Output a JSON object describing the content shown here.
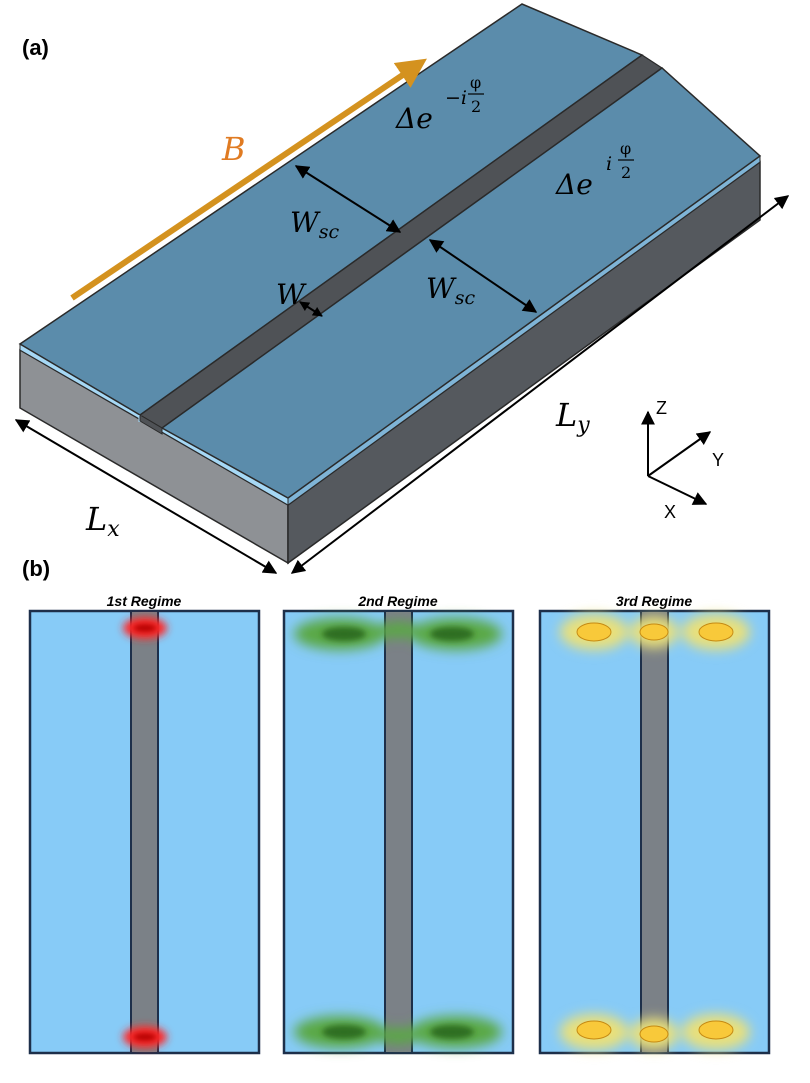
{
  "panel_a": {
    "label": "(a)",
    "field_label": "B",
    "gap_label": "W",
    "electrode_width_label": "W",
    "electrode_width_sub": "sc",
    "phase_left": {
      "delta": "Δe",
      "exponent_prefix": "−i",
      "phi": "φ",
      "denominator": "2"
    },
    "phase_right": {
      "delta": "Δe",
      "exponent_prefix": "i",
      "phi": "φ",
      "denominator": "2"
    },
    "length_x_label": "L",
    "length_x_sub": "x",
    "length_y_label": "L",
    "length_y_sub": "y",
    "axes": {
      "z": "Z",
      "y": "Y",
      "x": "X"
    },
    "colors": {
      "electrode": "#5b8cab",
      "substrate": "#8e9195",
      "gap": "#4f5256",
      "field": "#d4921f"
    }
  },
  "panel_b": {
    "label": "(b)",
    "regimes": [
      {
        "title": "1st Regime",
        "color": "#e02020"
      },
      {
        "title": "2nd Regime",
        "color": "#3e8a2e"
      },
      {
        "title": "3rd Regime",
        "color": "#f2c12e"
      }
    ],
    "colors": {
      "background": "#87cbf7",
      "channel": "#7b8187",
      "border": "#1d2f4a"
    }
  }
}
